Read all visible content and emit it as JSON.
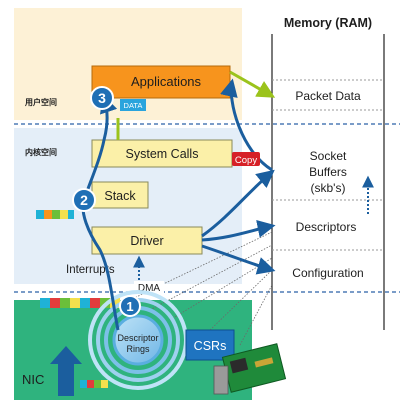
{
  "memory": {
    "title": "Memory (RAM)",
    "regions": [
      {
        "lines": [
          "Packet Data"
        ]
      },
      {
        "lines": [
          "Socket",
          "Buffers",
          "(skb's)"
        ]
      },
      {
        "lines": [
          "Descriptors"
        ]
      },
      {
        "lines": [
          "Configuration"
        ]
      }
    ]
  },
  "zones": {
    "user": "用户空间",
    "kernel": "内核空间",
    "nic": "NIC"
  },
  "boxes": {
    "applications": "Applications",
    "system_calls": "System Calls",
    "stack": "Stack",
    "driver": "Driver",
    "csrs": "CSRs"
  },
  "labels": {
    "data": "DATA",
    "copy": "Copy",
    "interrupts": "Interrupts",
    "dma": "DMA",
    "descriptor_rings": [
      "Descriptor",
      "Rings"
    ]
  },
  "steps": [
    "1",
    "2",
    "3"
  ],
  "colors": {
    "user_zone": "#fdf1d6",
    "kernel_zone": "#e4eef8",
    "nic_zone": "#2fb37e",
    "app_box": "#f7941d",
    "kernel_box": "#fbf0a8",
    "arrow_blue": "#1b5e9e",
    "arrow_green": "#9bc31b",
    "step_circle": "#1f6fb5",
    "copy_badge": "#d62027",
    "nic_card": "#1f8a3a"
  }
}
